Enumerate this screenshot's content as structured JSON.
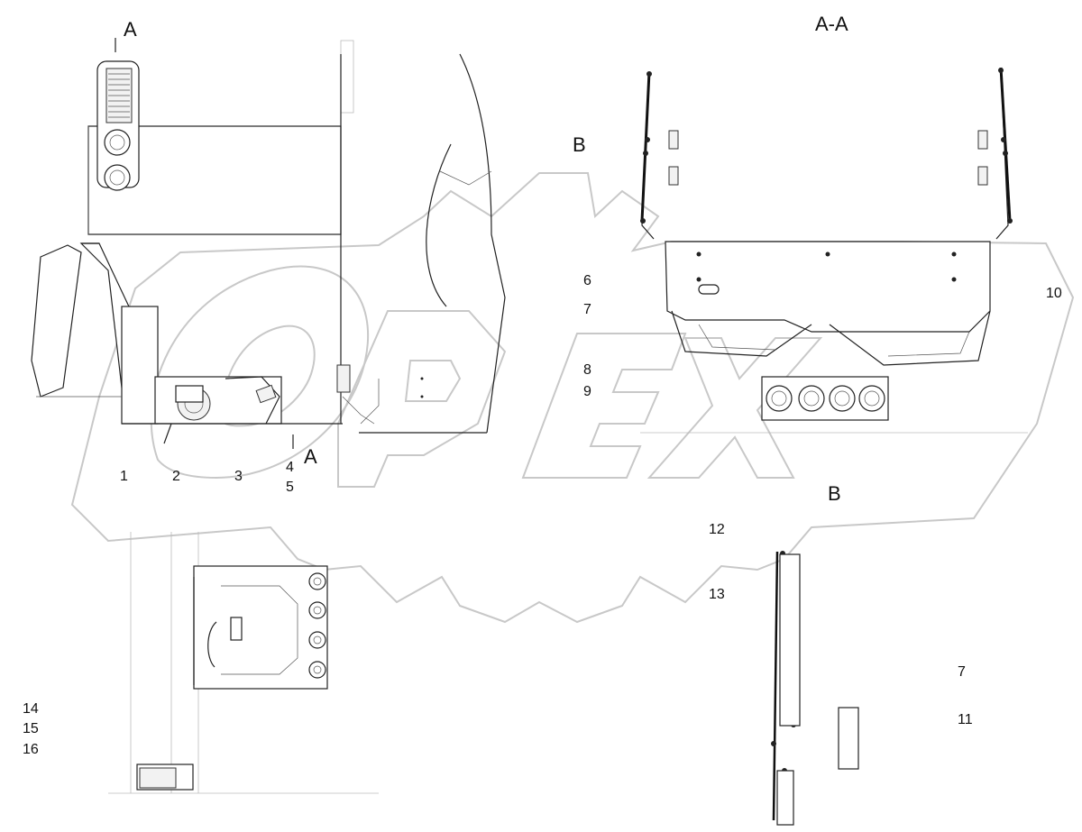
{
  "section_labels": {
    "view_a_top": "A",
    "view_a_bottom": "A",
    "section_aa": "A-A",
    "view_b_top": "B",
    "view_b_bottom": "B"
  },
  "callouts": [
    "1",
    "2",
    "3",
    "4",
    "5",
    "6",
    "7",
    "8",
    "9",
    "10",
    "12",
    "13",
    "14",
    "15",
    "16",
    "7",
    "11"
  ],
  "watermark_icon": "opex-logo-gear"
}
